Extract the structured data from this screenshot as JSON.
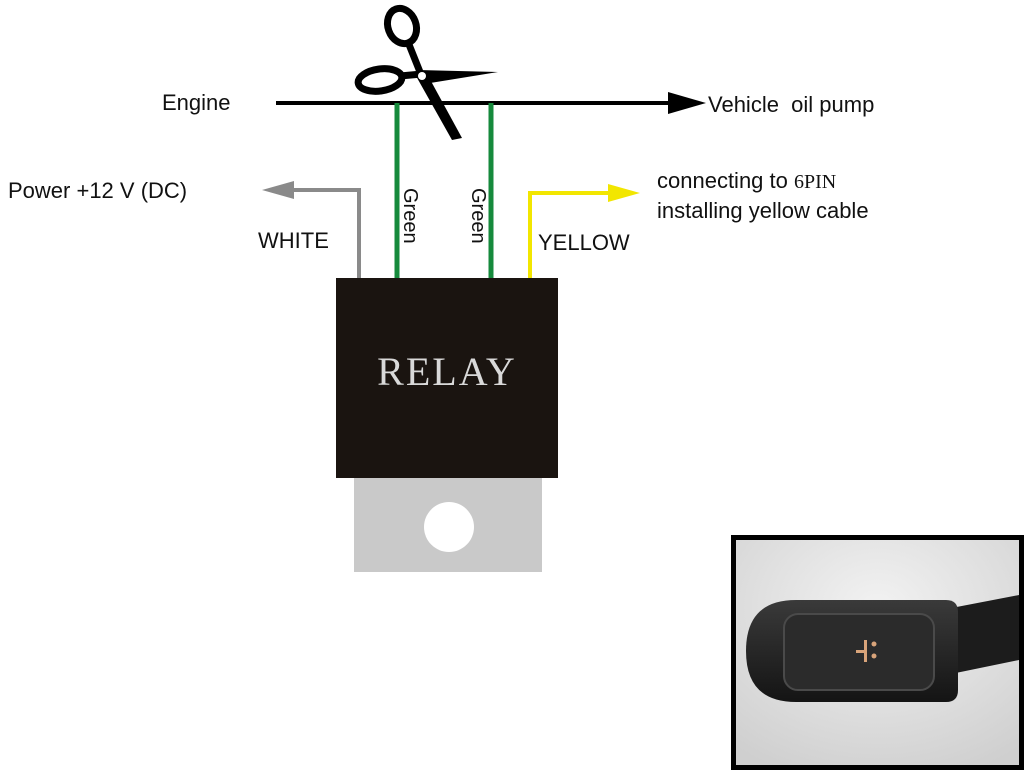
{
  "labels": {
    "engine": "Engine",
    "vehicle_oil_pump": "Vehicle  oil pump",
    "power": "Power +12 V (DC)",
    "white": "WHITE",
    "green_left": "Green",
    "green_right": "Green",
    "yellow": "YELLOW",
    "connecting_prefix": "connecting to ",
    "connecting_pin": "6PIN",
    "installing": "installing yellow cable",
    "relay": "RELAY"
  },
  "wire_colors": {
    "main_line": "#000000",
    "white_wire": "#8a8a8a",
    "green_wire": "#168a3c",
    "yellow_wire": "#f2e600"
  },
  "icons": {
    "cut": "scissors-icon",
    "connector": "connector-photo"
  }
}
